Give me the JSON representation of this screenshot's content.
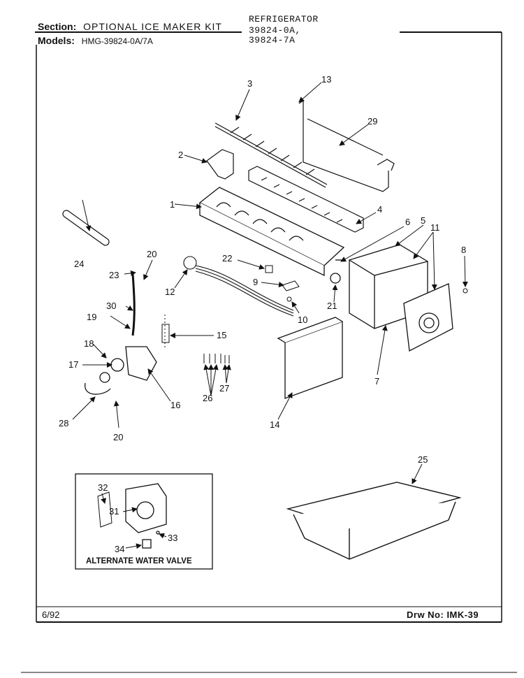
{
  "header": {
    "section_label": "Section:",
    "section_value": "OPTIONAL ICE MAKER KIT",
    "models_label": "Models:",
    "models_value": "HMG-39824-0A/7A",
    "product": "REFRIGERATOR",
    "model_a": "39824-0A,",
    "model_b": "39824-7A"
  },
  "parts": [
    {
      "num": "1"
    },
    {
      "num": "2"
    },
    {
      "num": "3"
    },
    {
      "num": "4"
    },
    {
      "num": "5"
    },
    {
      "num": "6"
    },
    {
      "num": "7"
    },
    {
      "num": "8"
    },
    {
      "num": "9"
    },
    {
      "num": "10"
    },
    {
      "num": "11"
    },
    {
      "num": "12"
    },
    {
      "num": "13"
    },
    {
      "num": "14"
    },
    {
      "num": "15"
    },
    {
      "num": "16"
    },
    {
      "num": "17"
    },
    {
      "num": "18"
    },
    {
      "num": "19"
    },
    {
      "num": "20"
    },
    {
      "num": "20"
    },
    {
      "num": "21"
    },
    {
      "num": "22"
    },
    {
      "num": "23"
    },
    {
      "num": "24"
    },
    {
      "num": "25"
    },
    {
      "num": "26"
    },
    {
      "num": "27"
    },
    {
      "num": "28"
    },
    {
      "num": "29"
    },
    {
      "num": "30"
    },
    {
      "num": "31"
    },
    {
      "num": "32"
    },
    {
      "num": "33"
    },
    {
      "num": "34"
    }
  ],
  "inset": {
    "caption": "ALTERNATE WATER VALVE"
  },
  "footer": {
    "date": "6/92",
    "drawing_no": "Drw No: IMK-39"
  }
}
